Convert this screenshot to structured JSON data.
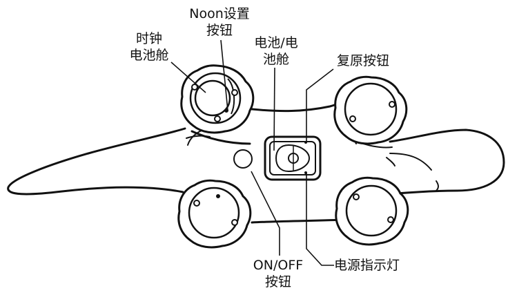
{
  "diagram": {
    "labels": {
      "clock_battery": [
        "时钟",
        "电池舱"
      ],
      "noon_button": [
        "Noon设置",
        "按钮"
      ],
      "battery": [
        "电池/电",
        "池舱"
      ],
      "reset_button": [
        "复原按钮"
      ],
      "power_button": [
        "ON/OFF",
        "按钮"
      ],
      "power_indicator": [
        "电源指示灯"
      ]
    },
    "colors": {
      "ink": "#111111",
      "background": "#ffffff"
    }
  }
}
